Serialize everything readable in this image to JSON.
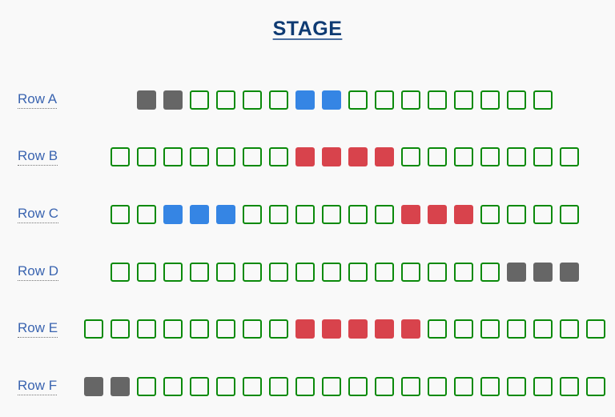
{
  "stage": {
    "label": "STAGE"
  },
  "colors": {
    "available_border": "#0a8a0a",
    "unavailable": "#666666",
    "selected": "#3585e4",
    "reserved": "#d8434c",
    "row_label": "#3a64b0",
    "stage_text": "#0f3b73"
  },
  "rows": [
    {
      "label": "Row A",
      "seats": [
        "unavailable",
        "unavailable",
        "available",
        "available",
        "available",
        "available",
        "selected",
        "selected",
        "available",
        "available",
        "available",
        "available",
        "available",
        "available",
        "available",
        "available"
      ]
    },
    {
      "label": "Row B",
      "seats": [
        "available",
        "available",
        "available",
        "available",
        "available",
        "available",
        "available",
        "reserved",
        "reserved",
        "reserved",
        "reserved",
        "available",
        "available",
        "available",
        "available",
        "available",
        "available",
        "available"
      ]
    },
    {
      "label": "Row C",
      "seats": [
        "available",
        "available",
        "selected",
        "selected",
        "selected",
        "available",
        "available",
        "available",
        "available",
        "available",
        "available",
        "reserved",
        "reserved",
        "reserved",
        "available",
        "available",
        "available",
        "available"
      ]
    },
    {
      "label": "Row D",
      "seats": [
        "available",
        "available",
        "available",
        "available",
        "available",
        "available",
        "available",
        "available",
        "available",
        "available",
        "available",
        "available",
        "available",
        "available",
        "available",
        "unavailable",
        "unavailable",
        "unavailable"
      ]
    },
    {
      "label": "Row E",
      "seats": [
        "available",
        "available",
        "available",
        "available",
        "available",
        "available",
        "available",
        "available",
        "reserved",
        "reserved",
        "reserved",
        "reserved",
        "reserved",
        "available",
        "available",
        "available",
        "available",
        "available",
        "available",
        "available"
      ]
    },
    {
      "label": "Row F",
      "seats": [
        "unavailable",
        "unavailable",
        "available",
        "available",
        "available",
        "available",
        "available",
        "available",
        "available",
        "available",
        "available",
        "available",
        "available",
        "available",
        "available",
        "available",
        "available",
        "available",
        "available",
        "available"
      ]
    }
  ]
}
